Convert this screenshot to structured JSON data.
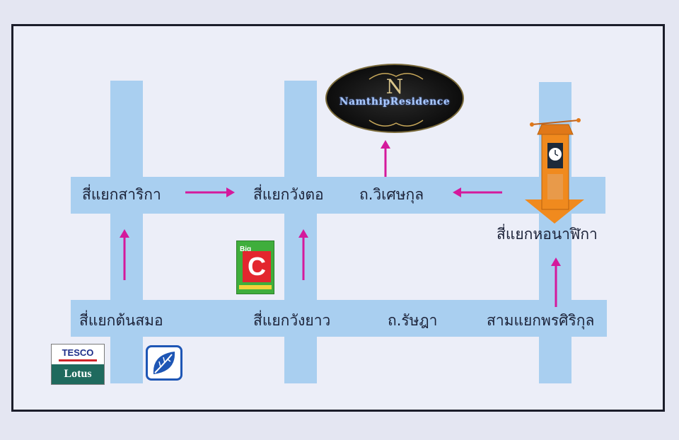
{
  "colors": {
    "road": "#a9cff0",
    "arrow": "#d4199c",
    "text": "#1c2238",
    "frame": "#1b1d2a",
    "landmark": "#f08a1e"
  },
  "labels": {
    "sarika": "สี่แยกสาริกา",
    "wangtor": "สี่แยกวังตอ",
    "wisetkul": "ถ.วิเศษกุล",
    "hornalika": "สี่แยกหอนาฬิกา",
    "tonsamo": "สี่แยกต้นสมอ",
    "wangyao": "สี่แยกวังยาว",
    "ratsada": "ถ.รัษฎา",
    "sampornsirikul": "สามแยกพรศิริกุล"
  },
  "logos": {
    "residence": {
      "monogram": "N",
      "name": "NamthipResidence"
    },
    "bigc": {
      "top": "Big",
      "letter": "C"
    },
    "tesco": {
      "top": "TESCO",
      "bottom": "Lotus"
    },
    "bangchak": {
      "icon": "leaf-icon"
    }
  },
  "landmark": {
    "icon": "clock-tower-icon"
  }
}
